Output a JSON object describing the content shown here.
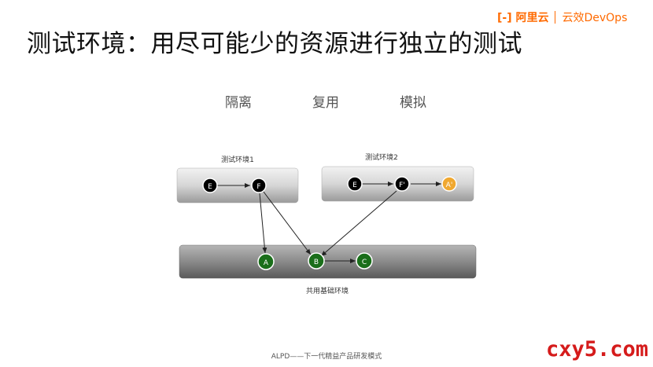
{
  "title": "测试环境：用尽可能少的资源进行独立的测试",
  "brand": {
    "logo": "[-] 阿里云",
    "product": "云效DevOps"
  },
  "concepts": [
    "隔离",
    "复用",
    "模拟"
  ],
  "diagram": {
    "env1_label": "测试环境1",
    "env2_label": "测试环境2",
    "shared_label": "共用基础环境",
    "nodes": {
      "env1_e": "E",
      "env1_f": "F",
      "env2_e": "E",
      "env2_f": "F'",
      "env2_a": "A'",
      "shared_a": "A",
      "shared_b": "B",
      "shared_c": "C"
    },
    "colors": {
      "black_node": "#000000",
      "green_node": "#1a6e1a",
      "orange_node": "#f0a830"
    }
  },
  "footer": "ALPD——下一代精益产品研发模式",
  "watermark": "cxy5.com"
}
